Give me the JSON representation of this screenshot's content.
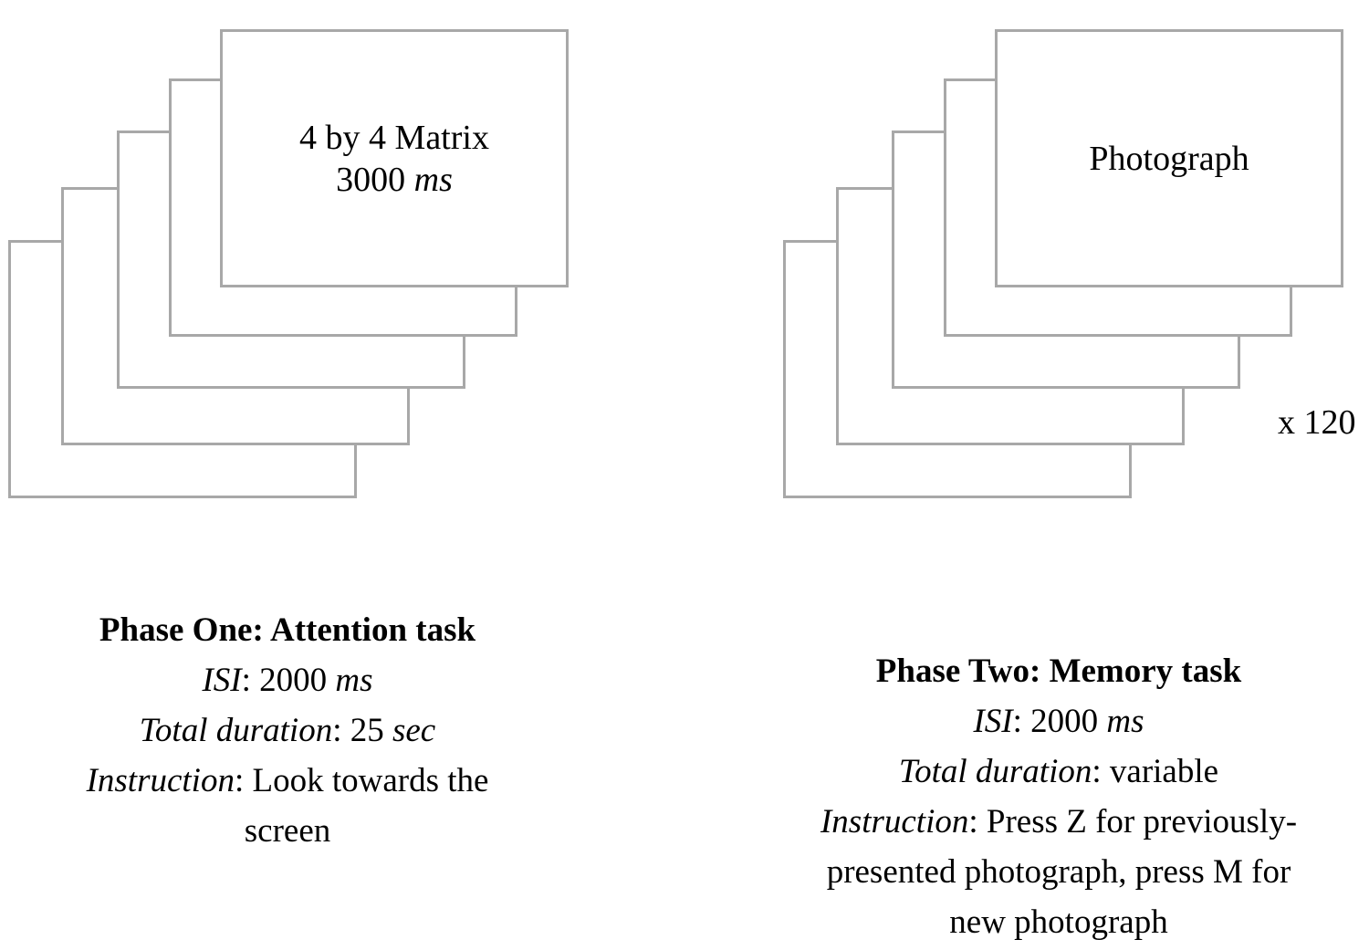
{
  "phase_one": {
    "frame_text_line1": "4 by 4 Matrix",
    "frame_text_number": "3000",
    "frame_text_unit": "ms",
    "title": "Phase One: Attention task",
    "isi_label": "ISI",
    "isi_value": ": 2000 ",
    "isi_unit": "ms",
    "duration_label": "Total duration",
    "duration_value": ": 25 ",
    "duration_unit": "sec",
    "instruction_label": "Instruction",
    "instruction_text": ": Look towards the screen"
  },
  "phase_two": {
    "frame_text": "Photograph",
    "repeat_label": "x 120",
    "title": "Phase Two: Memory task",
    "isi_label": "ISI",
    "isi_value": ": 2000 ",
    "isi_unit": "ms",
    "duration_label": "Total duration",
    "duration_value": ": variable",
    "instruction_label": "Instruction",
    "instruction_text": ": Press Z for previously-presented photograph, press M for new photograph"
  },
  "colors": {
    "frame_border": "#a8a8a8",
    "text": "#000000"
  }
}
